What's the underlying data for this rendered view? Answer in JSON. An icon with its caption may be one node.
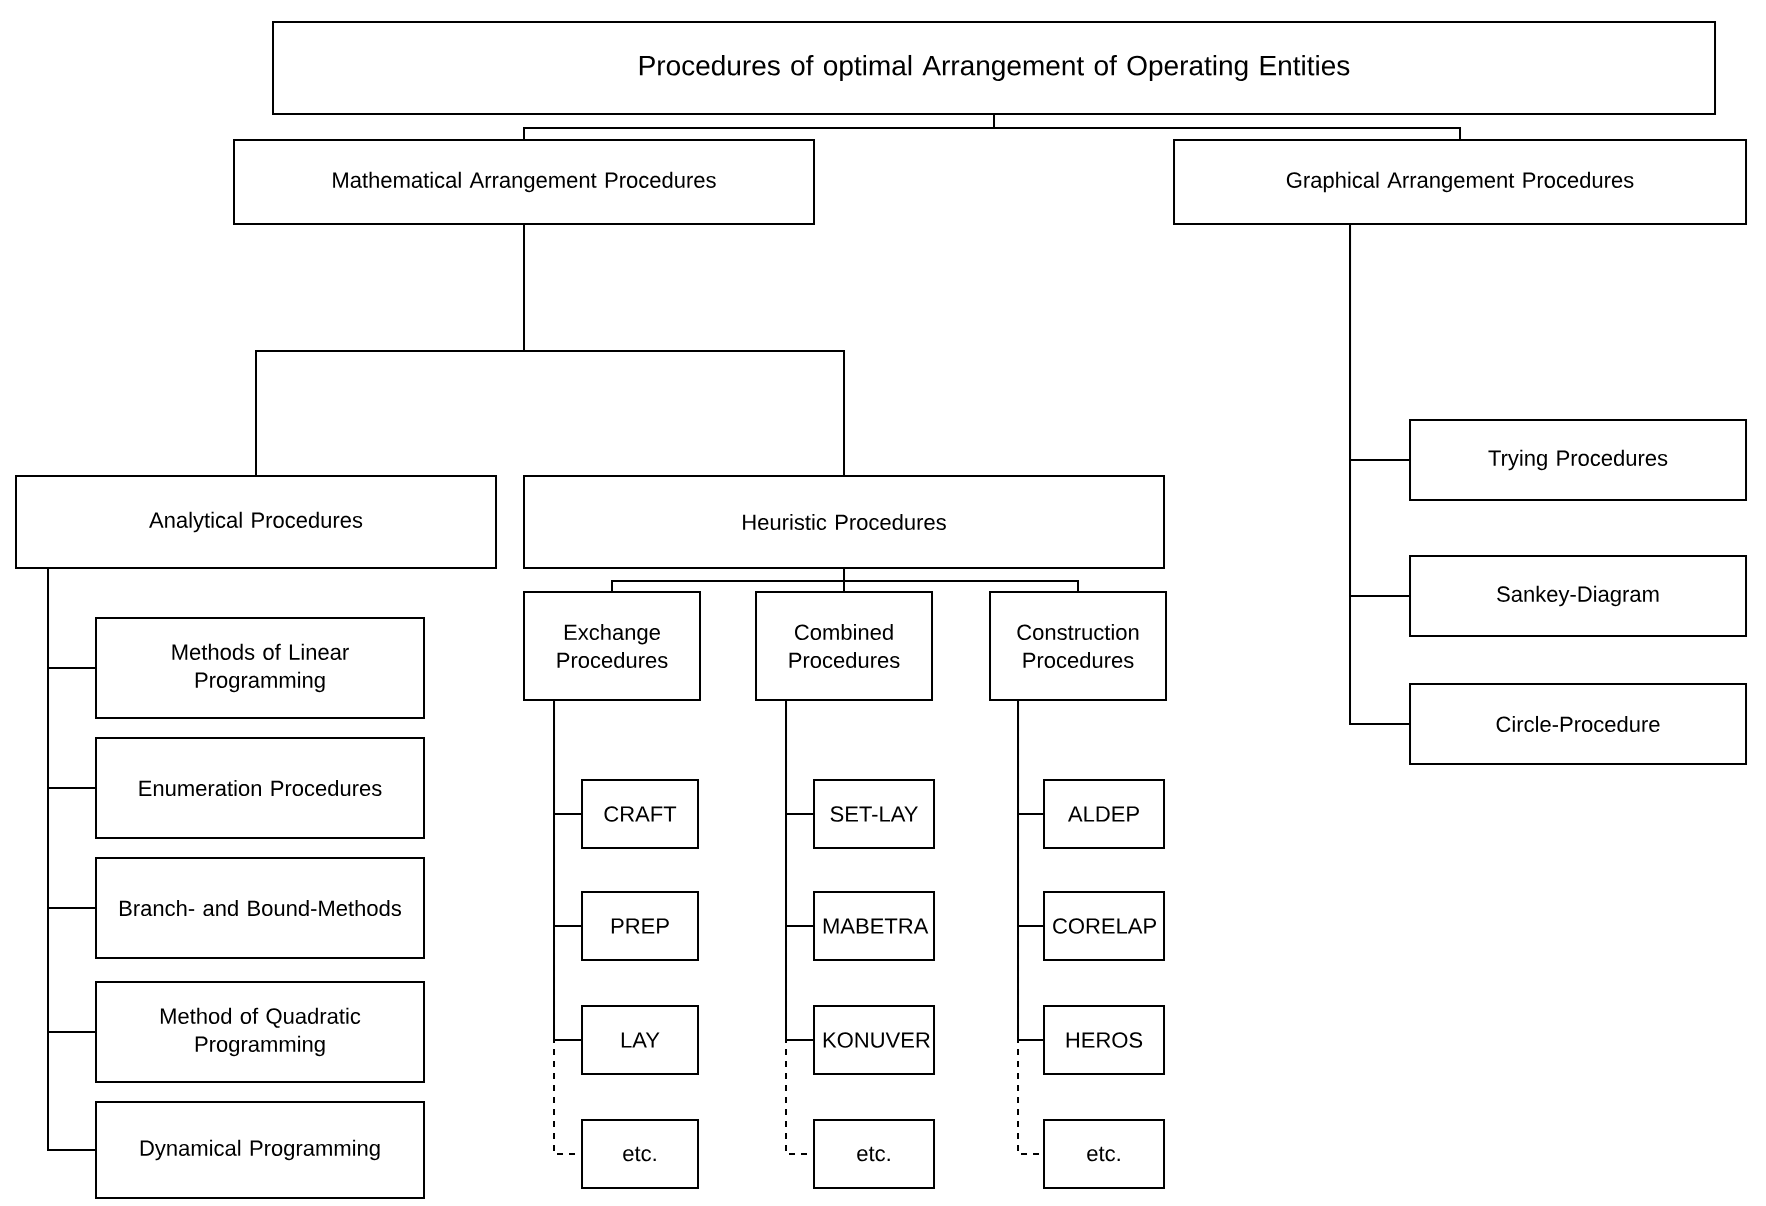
{
  "diagram": {
    "nodes": [
      {
        "text": [
          "Procedures of optimal Arrangement of Operating Entities"
        ]
      },
      {
        "text": [
          "Mathematical Arrangement Procedures"
        ]
      },
      {
        "text": [
          "Graphical Arrangement Procedures"
        ]
      },
      {
        "text": [
          "Analytical Procedures"
        ]
      },
      {
        "text": [
          "Heuristic Procedures"
        ]
      },
      {
        "text": [
          "Methods of Linear Programming"
        ]
      },
      {
        "text": [
          "Enumeration Procedures"
        ]
      },
      {
        "text": [
          "Branch- and Bound-Methods"
        ]
      },
      {
        "text": [
          "Method of Quadratic Programming"
        ]
      },
      {
        "text": [
          "Dynamical Programming"
        ]
      },
      {
        "text": [
          "Exchange Procedures"
        ]
      },
      {
        "text": [
          "Combined Procedures"
        ]
      },
      {
        "text": [
          "Construction Procedures"
        ]
      },
      {
        "text": [
          "CRAFT"
        ]
      },
      {
        "text": [
          "PREP"
        ]
      },
      {
        "text": [
          "LAY"
        ]
      },
      {
        "text": [
          "etc."
        ]
      },
      {
        "text": [
          "SET-LAY"
        ]
      },
      {
        "text": [
          "MABETRA"
        ]
      },
      {
        "text": [
          "KONUVER"
        ]
      },
      {
        "text": [
          "etc."
        ]
      },
      {
        "text": [
          "ALDEP"
        ]
      },
      {
        "text": [
          "CORELAP"
        ]
      },
      {
        "text": [
          "HEROS"
        ]
      },
      {
        "text": [
          "etc."
        ]
      },
      {
        "text": [
          "Trying Procedures"
        ]
      },
      {
        "text": [
          "Sankey-Diagram"
        ]
      },
      {
        "text": [
          "Circle-Procedure"
        ]
      }
    ],
    "edges": [
      {
        "from": 0,
        "to": 1,
        "arrow": "none"
      },
      {
        "from": 0,
        "to": 2,
        "arrow": "none"
      },
      {
        "from": 1,
        "to": 3,
        "arrow": "none"
      },
      {
        "from": 1,
        "to": 4,
        "arrow": "none"
      },
      {
        "from": 3,
        "to": 5,
        "arrow": "none"
      },
      {
        "from": 3,
        "to": 6,
        "arrow": "none"
      },
      {
        "from": 3,
        "to": 7,
        "arrow": "none"
      },
      {
        "from": 3,
        "to": 8,
        "arrow": "none"
      },
      {
        "from": 3,
        "to": 9,
        "arrow": "none"
      },
      {
        "from": 4,
        "to": 10,
        "arrow": "none"
      },
      {
        "from": 4,
        "to": 11,
        "arrow": "none"
      },
      {
        "from": 4,
        "to": 12,
        "arrow": "none"
      },
      {
        "from": 10,
        "to": 13,
        "arrow": "none"
      },
      {
        "from": 10,
        "to": 14,
        "arrow": "none"
      },
      {
        "from": 10,
        "to": 15,
        "arrow": "none"
      },
      {
        "from": 10,
        "to": 16,
        "arrow": "none",
        "style": "dashed"
      },
      {
        "from": 11,
        "to": 17,
        "arrow": "none"
      },
      {
        "from": 11,
        "to": 18,
        "arrow": "none"
      },
      {
        "from": 11,
        "to": 19,
        "arrow": "none"
      },
      {
        "from": 11,
        "to": 20,
        "arrow": "none",
        "style": "dashed"
      },
      {
        "from": 12,
        "to": 21,
        "arrow": "none"
      },
      {
        "from": 12,
        "to": 22,
        "arrow": "none"
      },
      {
        "from": 12,
        "to": 23,
        "arrow": "none"
      },
      {
        "from": 12,
        "to": 24,
        "arrow": "none",
        "style": "dashed"
      },
      {
        "from": 2,
        "to": 25,
        "arrow": "none"
      },
      {
        "from": 2,
        "to": 26,
        "arrow": "none"
      },
      {
        "from": 2,
        "to": 27,
        "arrow": "none"
      }
    ]
  }
}
